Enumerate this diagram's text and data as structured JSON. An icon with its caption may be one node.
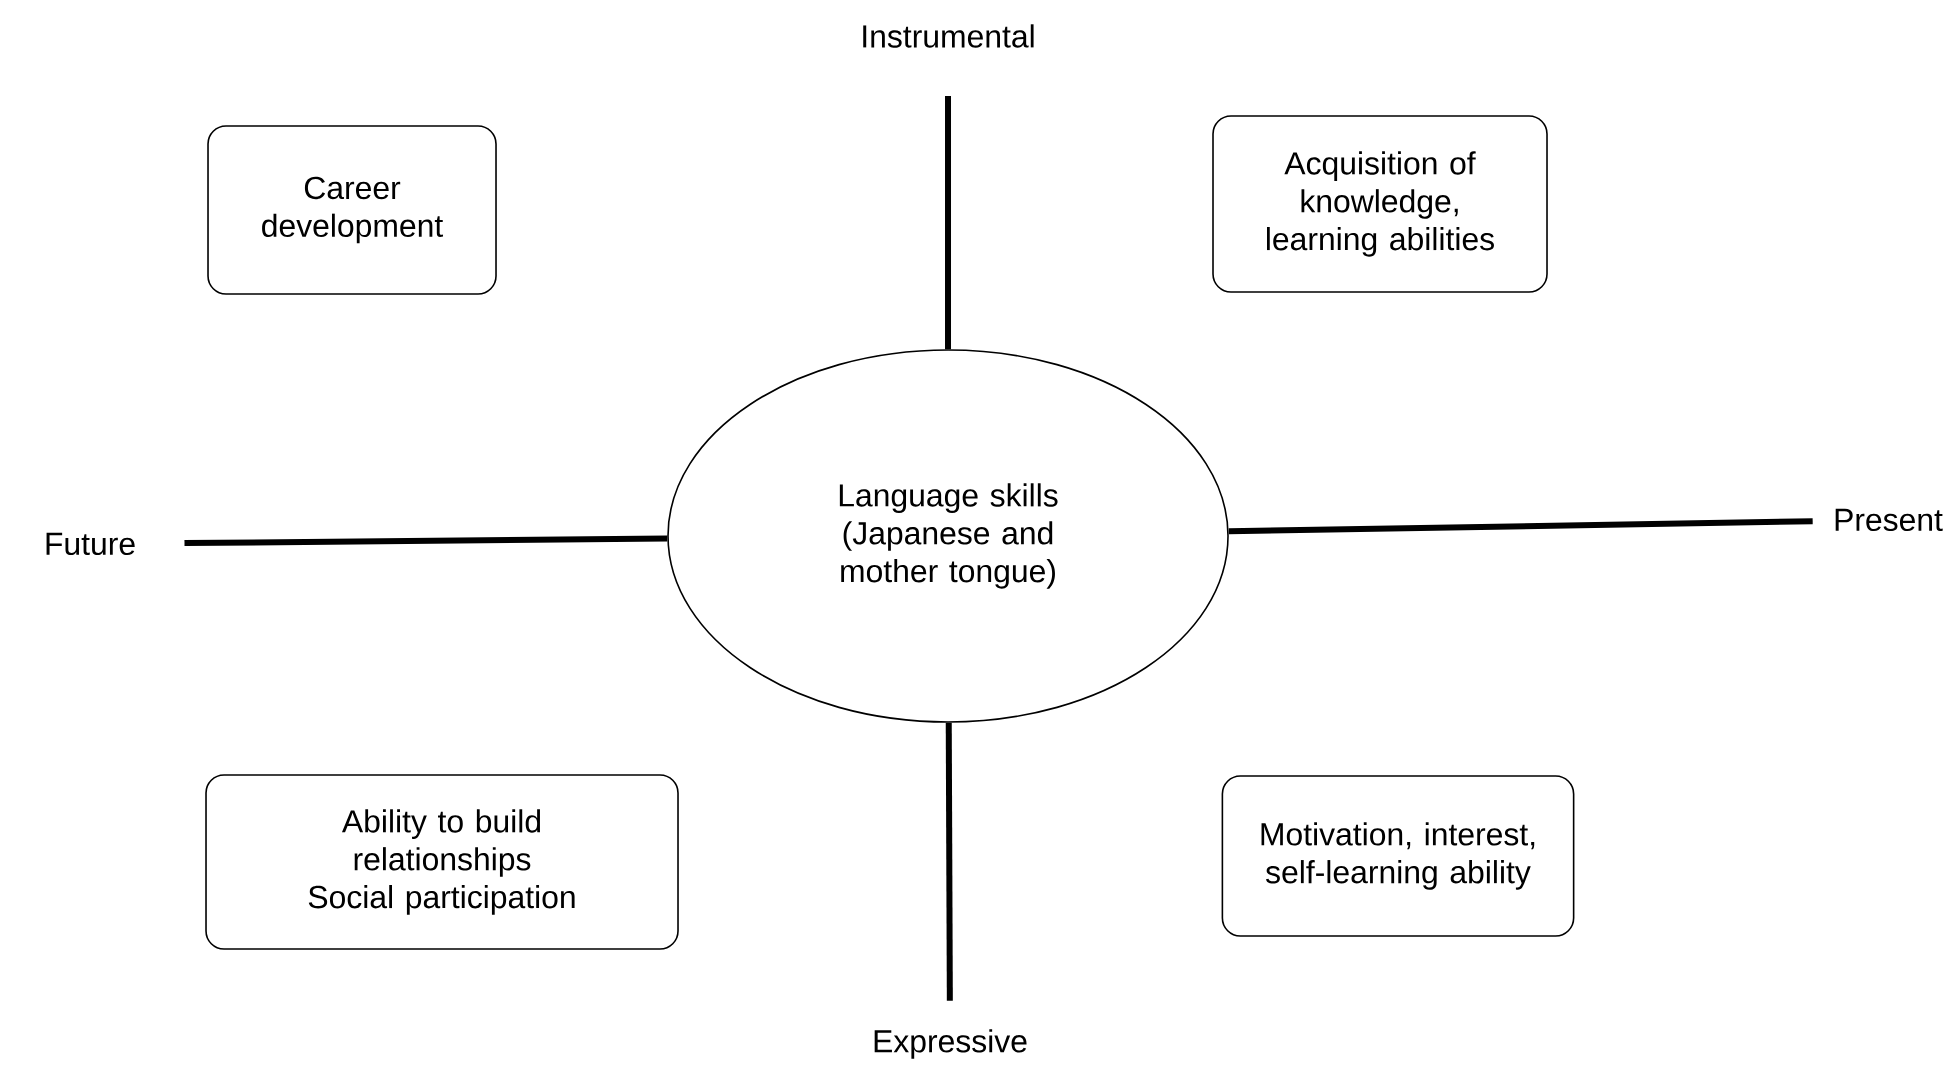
{
  "diagram": {
    "nodes": [
      {
        "text": [
          "Instrumental"
        ]
      },
      {
        "text": [
          "Career development"
        ]
      },
      {
        "text": [
          "Acquisition of knowledge, learning abilities"
        ]
      },
      {
        "text": [
          "Language skills (Japanese and mother tongue)"
        ]
      },
      {
        "text": [
          "Future"
        ]
      },
      {
        "text": [
          "Present"
        ]
      },
      {
        "text": [
          "Ability to build relationships",
          "Social participation"
        ]
      },
      {
        "text": [
          "Motivation, interest, self-learning ability"
        ]
      },
      {
        "text": [
          "Expressive"
        ]
      }
    ],
    "edges": [
      {
        "from": 3,
        "to": 0,
        "arrow": "none"
      },
      {
        "from": 3,
        "to": 4,
        "arrow": "none"
      },
      {
        "from": 3,
        "to": 5,
        "arrow": "none"
      },
      {
        "from": 3,
        "to": 8,
        "arrow": "none"
      }
    ]
  }
}
